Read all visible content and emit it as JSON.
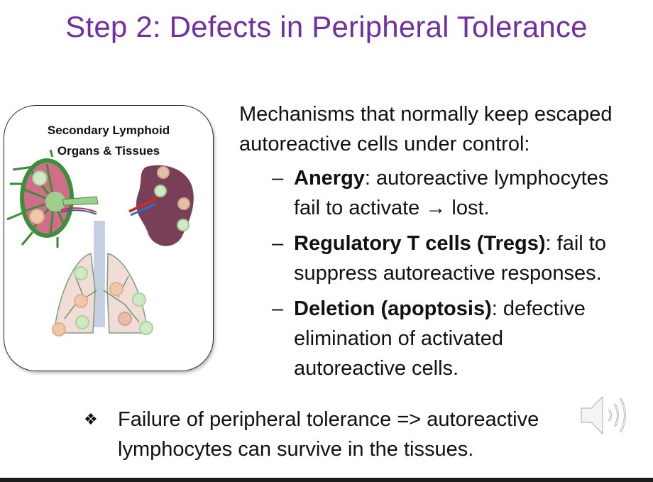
{
  "slide": {
    "title": "Step 2: Defects in Peripheral Tolerance",
    "title_color": "#7030A0",
    "figure": {
      "caption_line1": "Secondary Lymphoid",
      "caption_line2": "Organs & Tissues",
      "illustrations": [
        "lymph-node",
        "spleen",
        "lungs"
      ]
    },
    "intro_line1": "Mechanisms that normally keep escaped",
    "intro_line2": "autoreactive cells under control:",
    "mechanisms": [
      {
        "dash": "–",
        "term": "Anergy",
        "line1_rest": ": autoreactive lymphocytes",
        "line2": "fail to activate → lost."
      },
      {
        "dash": "–",
        "term": "Regulatory T cells (Tregs)",
        "line1_rest": ": fail to",
        "line2": "suppress autoreactive responses."
      },
      {
        "dash": "–",
        "term": "Deletion (apoptosis)",
        "line1_rest": ": defective",
        "line2": "elimination of activated",
        "line3": "autoreactive cells."
      }
    ],
    "conclusion": {
      "bullet": "❖",
      "line1": "Failure of peripheral tolerance => autoreactive",
      "line2": "lymphocytes can survive in the tissues."
    },
    "audio_icon": "speaker-icon"
  }
}
